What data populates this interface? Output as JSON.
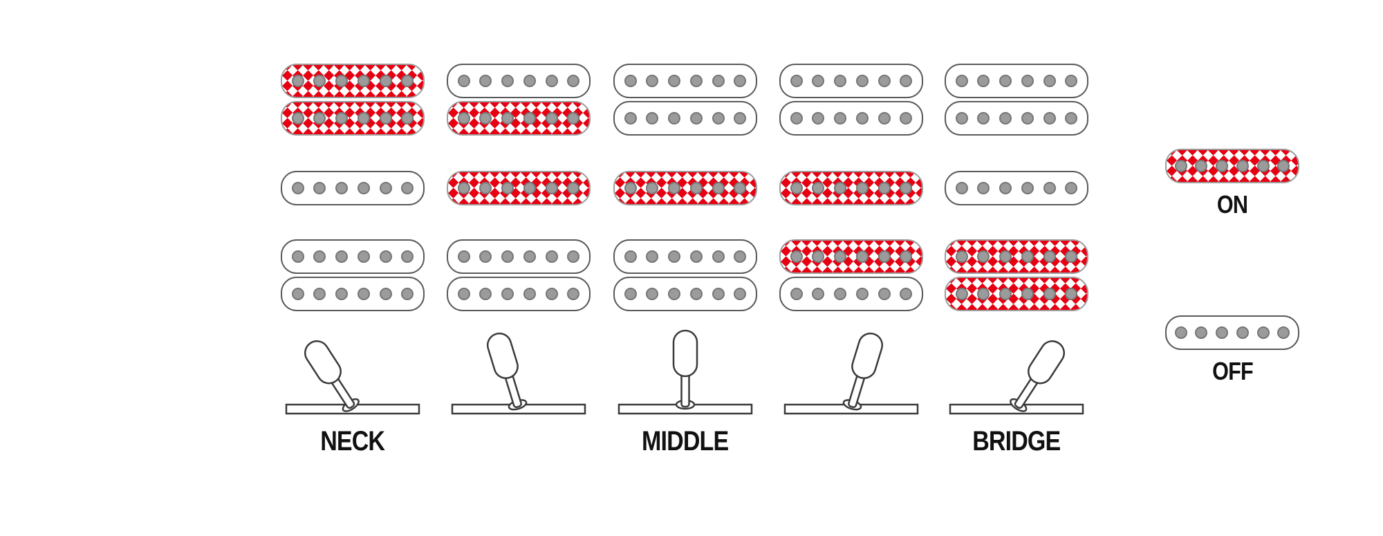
{
  "diagram": {
    "name": "pickup-selector-switching-diagram"
  },
  "poles_per_coil": 6,
  "colors": {
    "on": "#e60012",
    "off": "#ffffff",
    "outline": "#58595b",
    "pole": "#9b9b9b"
  },
  "legend": {
    "on_label": "ON",
    "off_label": "OFF"
  },
  "positions": [
    {
      "label": "NECK",
      "switch_angle": -33,
      "coils": {
        "neck": [
          "on",
          "on"
        ],
        "middle": [
          "off"
        ],
        "bridge": [
          "off",
          "off"
        ]
      }
    },
    {
      "label": "",
      "switch_angle": -17,
      "coils": {
        "neck": [
          "off",
          "on"
        ],
        "middle": [
          "on"
        ],
        "bridge": [
          "off",
          "off"
        ]
      }
    },
    {
      "label": "MIDDLE",
      "switch_angle": 0,
      "coils": {
        "neck": [
          "off",
          "off"
        ],
        "middle": [
          "on"
        ],
        "bridge": [
          "off",
          "off"
        ]
      }
    },
    {
      "label": "",
      "switch_angle": 17,
      "coils": {
        "neck": [
          "off",
          "off"
        ],
        "middle": [
          "on"
        ],
        "bridge": [
          "on",
          "off"
        ]
      }
    },
    {
      "label": "BRIDGE",
      "switch_angle": 33,
      "coils": {
        "neck": [
          "off",
          "off"
        ],
        "middle": [
          "off"
        ],
        "bridge": [
          "on",
          "on"
        ]
      }
    }
  ]
}
